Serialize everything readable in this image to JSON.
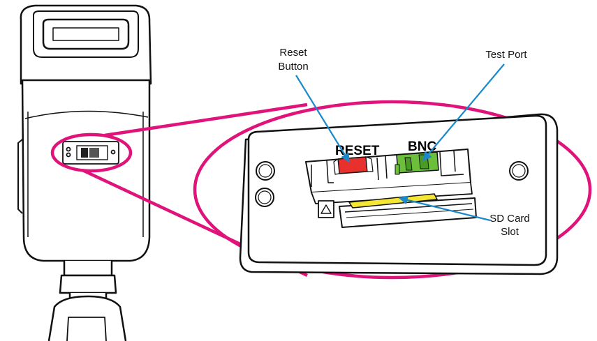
{
  "labels": {
    "reset": [
      "Reset",
      "Button"
    ],
    "test_port": "Test Port",
    "sd_card": [
      "SD Card",
      "Slot"
    ]
  },
  "panel_text": {
    "reset": "RESET",
    "bnc": "BNC"
  },
  "colors": {
    "highlight": "#e0137a",
    "arrow": "#1a88c9",
    "reset_button": "#e8302c",
    "bnc_port": "#6cbf3a",
    "sd_card": "#f5e634",
    "outline": "#111111"
  },
  "icons": {
    "eject": "eject-triangle-icon"
  }
}
